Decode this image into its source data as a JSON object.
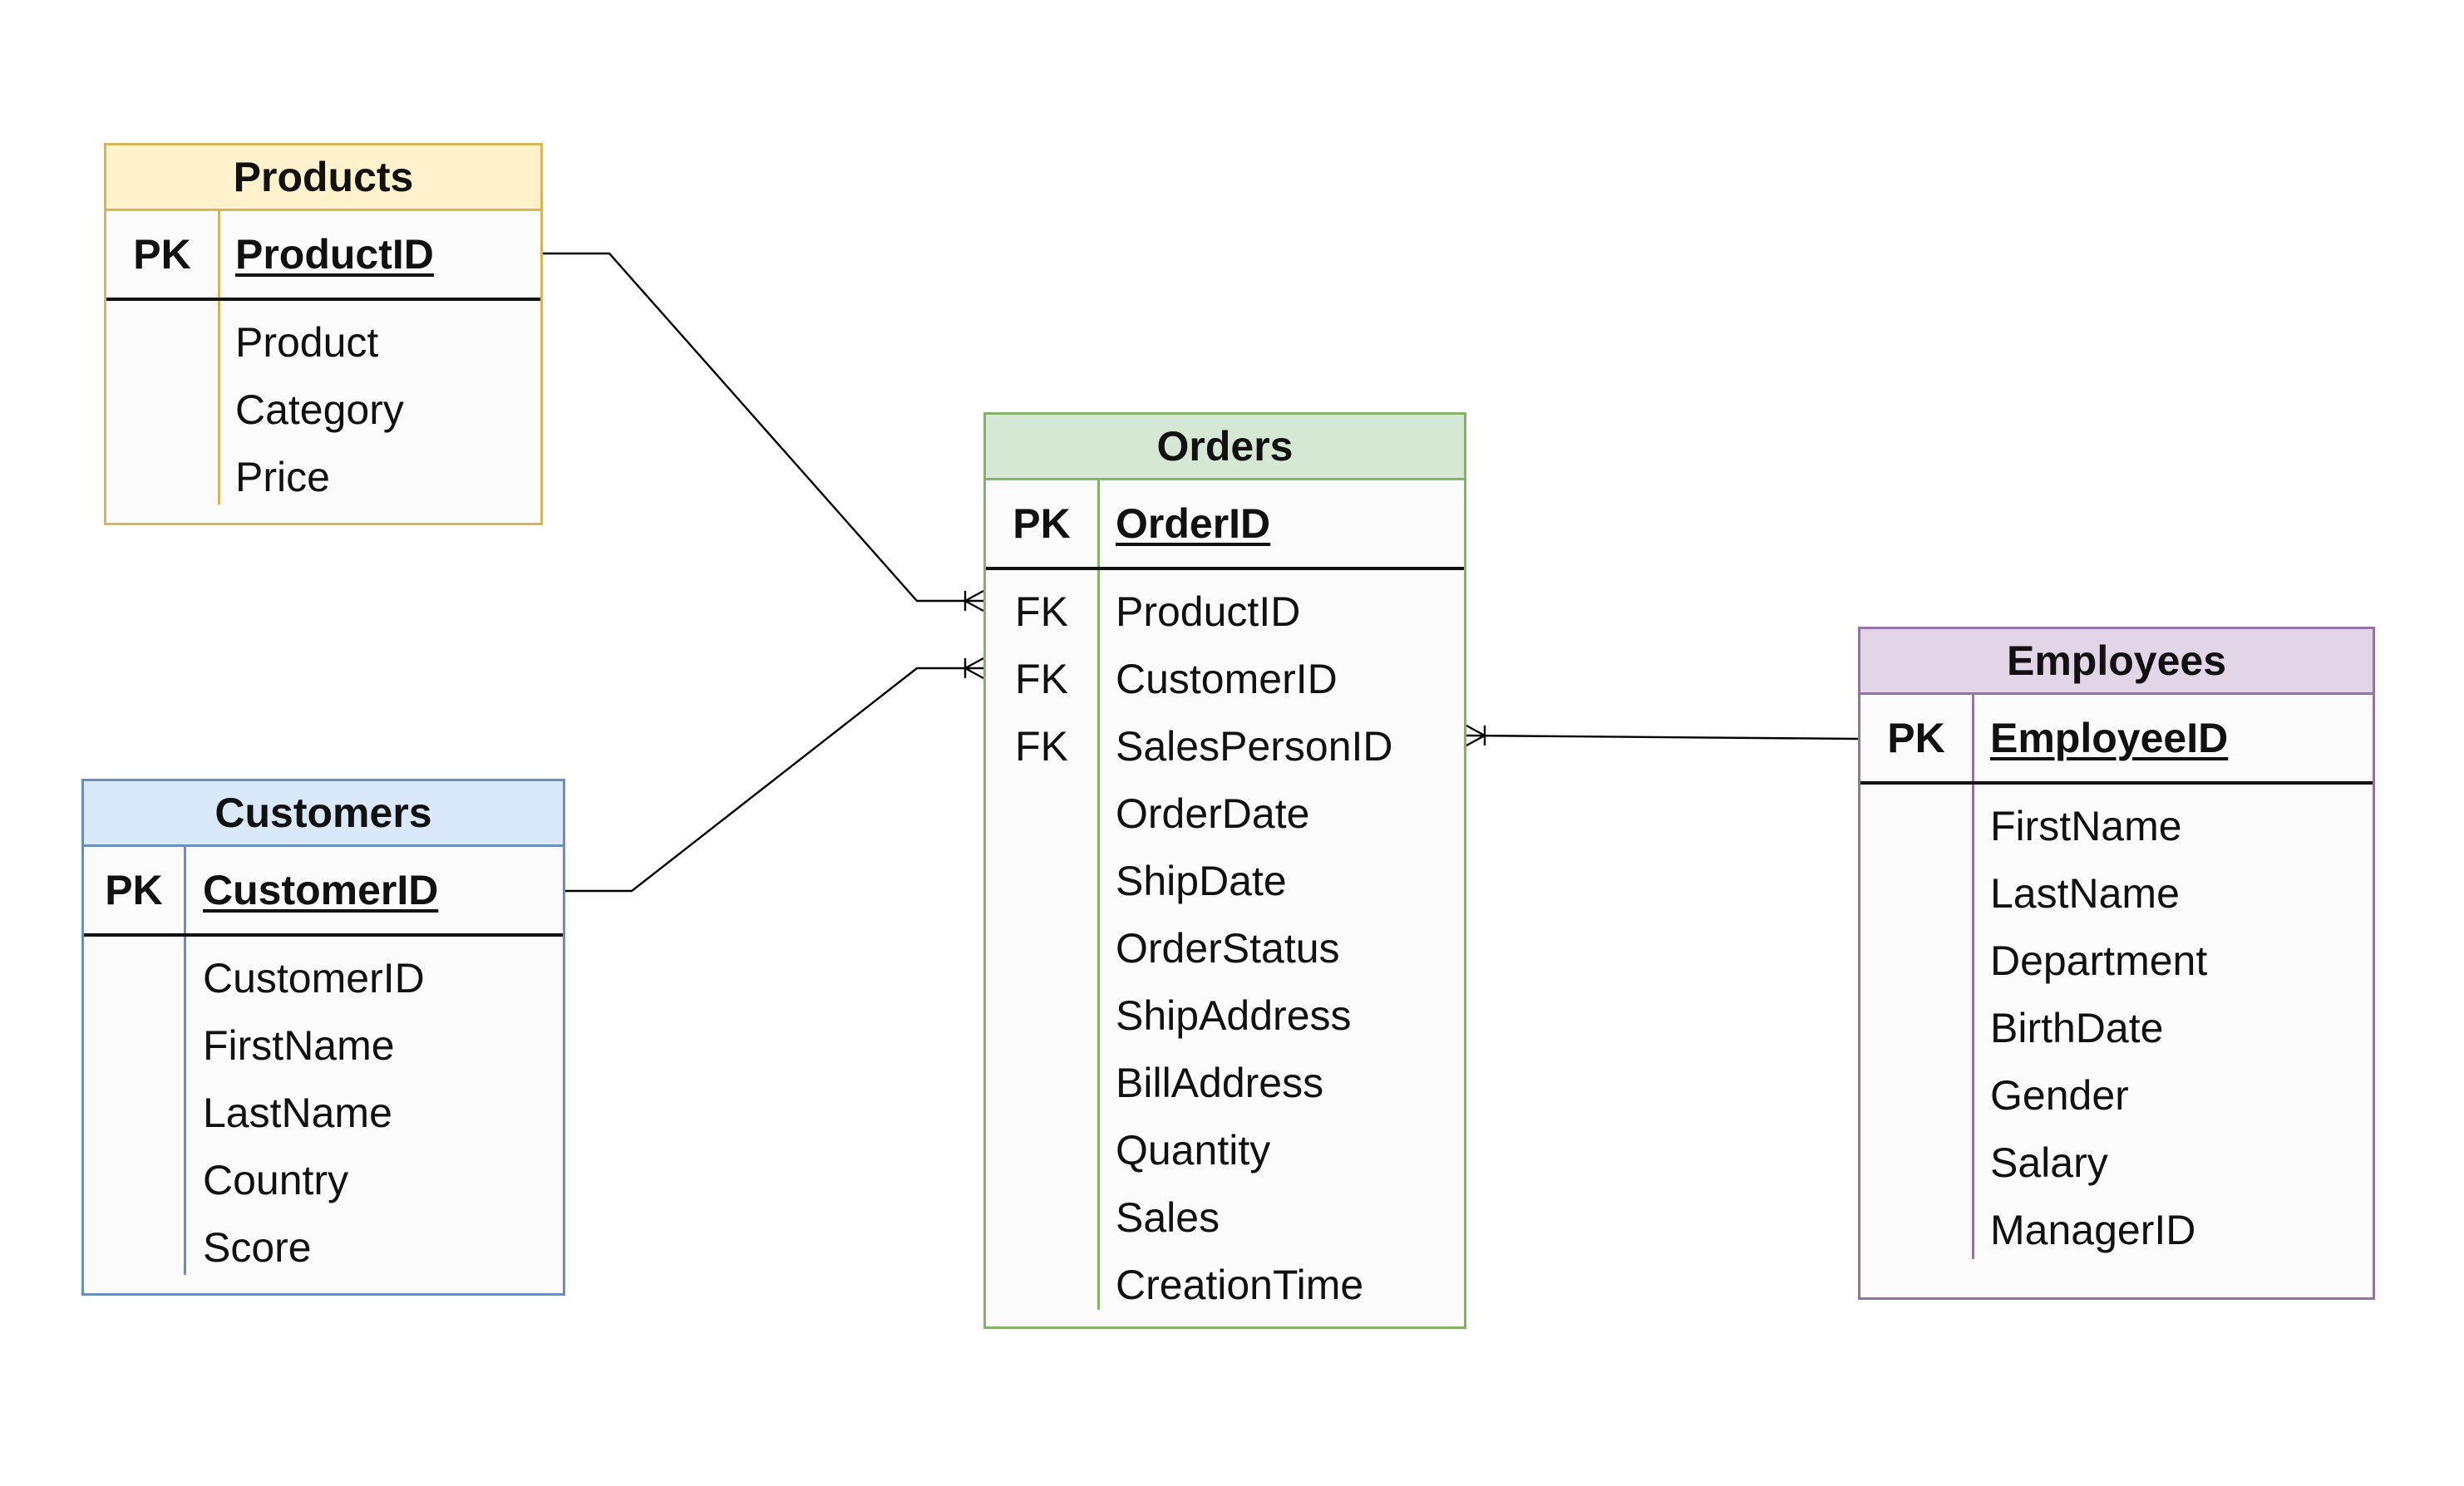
{
  "entities": {
    "products": {
      "title": "Products",
      "pk_label": "PK",
      "pk_field": "ProductID",
      "fields": [
        {
          "key": "",
          "name": "Product"
        },
        {
          "key": "",
          "name": "Category"
        },
        {
          "key": "",
          "name": "Price"
        }
      ],
      "colors": {
        "border": "#d6b656",
        "header": "#fff2cc"
      }
    },
    "customers": {
      "title": "Customers",
      "pk_label": "PK",
      "pk_field": "CustomerID",
      "fields": [
        {
          "key": "",
          "name": "CustomerID"
        },
        {
          "key": "",
          "name": "FirstName"
        },
        {
          "key": "",
          "name": "LastName"
        },
        {
          "key": "",
          "name": "Country"
        },
        {
          "key": "",
          "name": "Score"
        }
      ],
      "colors": {
        "border": "#6c8ebf",
        "header": "#dae8fc"
      }
    },
    "orders": {
      "title": "Orders",
      "pk_label": "PK",
      "pk_field": "OrderID",
      "fields": [
        {
          "key": "FK",
          "name": "ProductID"
        },
        {
          "key": "FK",
          "name": "CustomerID"
        },
        {
          "key": "FK",
          "name": "SalesPersonID"
        },
        {
          "key": "",
          "name": "OrderDate"
        },
        {
          "key": "",
          "name": "ShipDate"
        },
        {
          "key": "",
          "name": "OrderStatus"
        },
        {
          "key": "",
          "name": "ShipAddress"
        },
        {
          "key": "",
          "name": "BillAddress"
        },
        {
          "key": "",
          "name": "Quantity"
        },
        {
          "key": "",
          "name": "Sales"
        },
        {
          "key": "",
          "name": "CreationTime"
        }
      ],
      "colors": {
        "border": "#82b366",
        "header": "#d5e8d4"
      }
    },
    "employees": {
      "title": "Employees",
      "pk_label": "PK",
      "pk_field": "EmployeeID",
      "fields": [
        {
          "key": "",
          "name": "FirstName"
        },
        {
          "key": "",
          "name": "LastName"
        },
        {
          "key": "",
          "name": "Department"
        },
        {
          "key": "",
          "name": "BirthDate"
        },
        {
          "key": "",
          "name": "Gender"
        },
        {
          "key": "",
          "name": "Salary"
        },
        {
          "key": "",
          "name": "ManagerID"
        }
      ],
      "colors": {
        "border": "#9673a6",
        "header": "#e1d5e7"
      }
    }
  },
  "relationships": [
    {
      "from": "products.ProductID",
      "to": "orders.ProductID",
      "cardinality": "one-to-many"
    },
    {
      "from": "customers.CustomerID",
      "to": "orders.CustomerID",
      "cardinality": "one-to-many"
    },
    {
      "from": "employees.EmployeeID",
      "to": "orders.SalesPersonID",
      "cardinality": "one-to-many"
    }
  ]
}
